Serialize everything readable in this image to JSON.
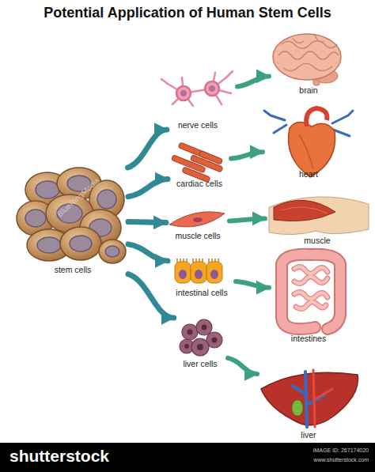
{
  "diagram": {
    "title": "Potential Application of Human Stem Cells",
    "nodes": [
      {
        "text": [
          "stem cells"
        ]
      },
      {
        "text": [
          "nerve cells"
        ]
      },
      {
        "text": [
          "cardiac cells"
        ]
      },
      {
        "text": [
          "muscle cells"
        ]
      },
      {
        "text": [
          "intestinal cells"
        ]
      },
      {
        "text": [
          "liver cells"
        ]
      },
      {
        "text": [
          "brain"
        ]
      },
      {
        "text": [
          "heart"
        ]
      },
      {
        "text": [
          "muscle"
        ]
      },
      {
        "text": [
          "intestines"
        ]
      },
      {
        "text": [
          "liver"
        ]
      }
    ],
    "edges": [
      {
        "from": 0,
        "to": 1,
        "arrow": "to"
      },
      {
        "from": 0,
        "to": 2,
        "arrow": "to"
      },
      {
        "from": 0,
        "to": 3,
        "arrow": "to"
      },
      {
        "from": 0,
        "to": 4,
        "arrow": "to"
      },
      {
        "from": 0,
        "to": 5,
        "arrow": "to"
      },
      {
        "from": 1,
        "to": 6,
        "arrow": "to"
      },
      {
        "from": 2,
        "to": 7,
        "arrow": "to"
      },
      {
        "from": 3,
        "to": 8,
        "arrow": "to"
      },
      {
        "from": 4,
        "to": 9,
        "arrow": "to"
      },
      {
        "from": 5,
        "to": 10,
        "arrow": "to"
      }
    ],
    "labels": [
      "BlueRingMedia",
      "shutterstock",
      "IMAGE ID: 267174020",
      "www.shutterstock.com"
    ]
  }
}
